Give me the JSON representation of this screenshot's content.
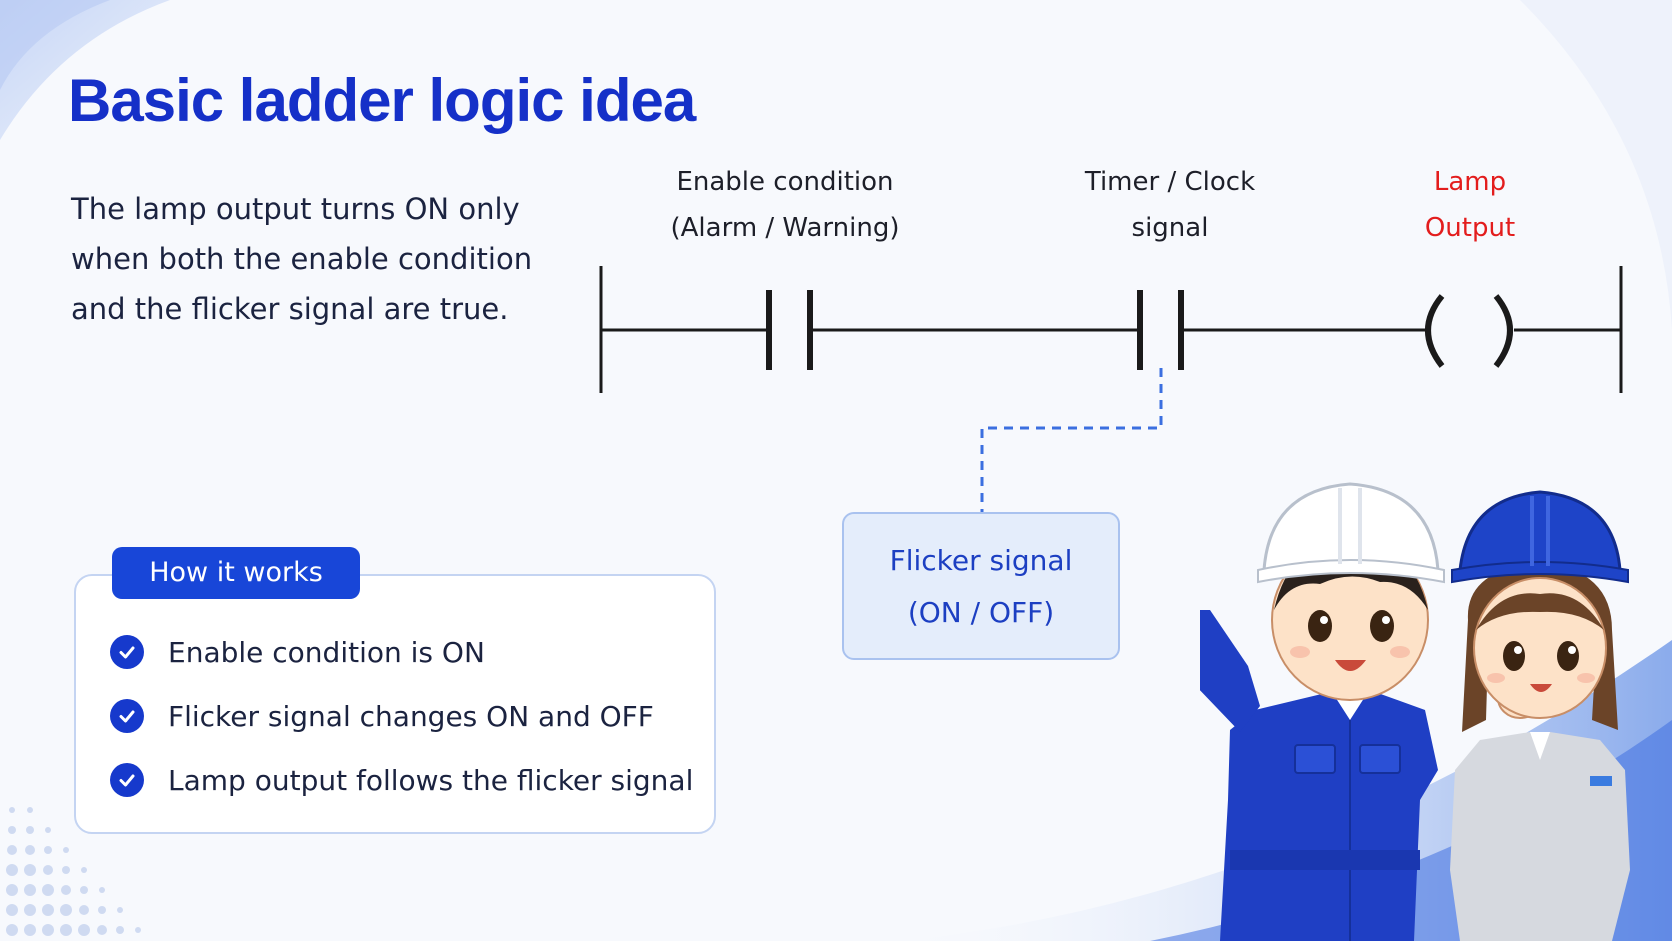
{
  "title": "Basic ladder logic idea",
  "intro": [
    "The lamp output turns ON only",
    "when both the enable condition",
    "and the flicker signal are true."
  ],
  "diagram": {
    "contact1_label": [
      "Enable condition",
      "(Alarm / Warning)"
    ],
    "contact2_label": [
      "Timer / Clock",
      "signal"
    ],
    "output_label": [
      "Lamp",
      "Output"
    ],
    "flicker_box": [
      "Flicker signal",
      "(ON / OFF)"
    ],
    "contact1_icon": "normally-open-contact",
    "contact2_icon": "normally-open-contact",
    "output_icon": "coil",
    "output_color": "#e31d1d",
    "accent_color": "#1846d8"
  },
  "how_it_works": {
    "heading": "How it works",
    "items": [
      "Enable condition is ON",
      "Flicker signal changes ON and OFF",
      "Lamp output follows the flicker signal"
    ],
    "item_icon": "check-circle-icon"
  },
  "illustration": "two-workers-in-hard-hats"
}
